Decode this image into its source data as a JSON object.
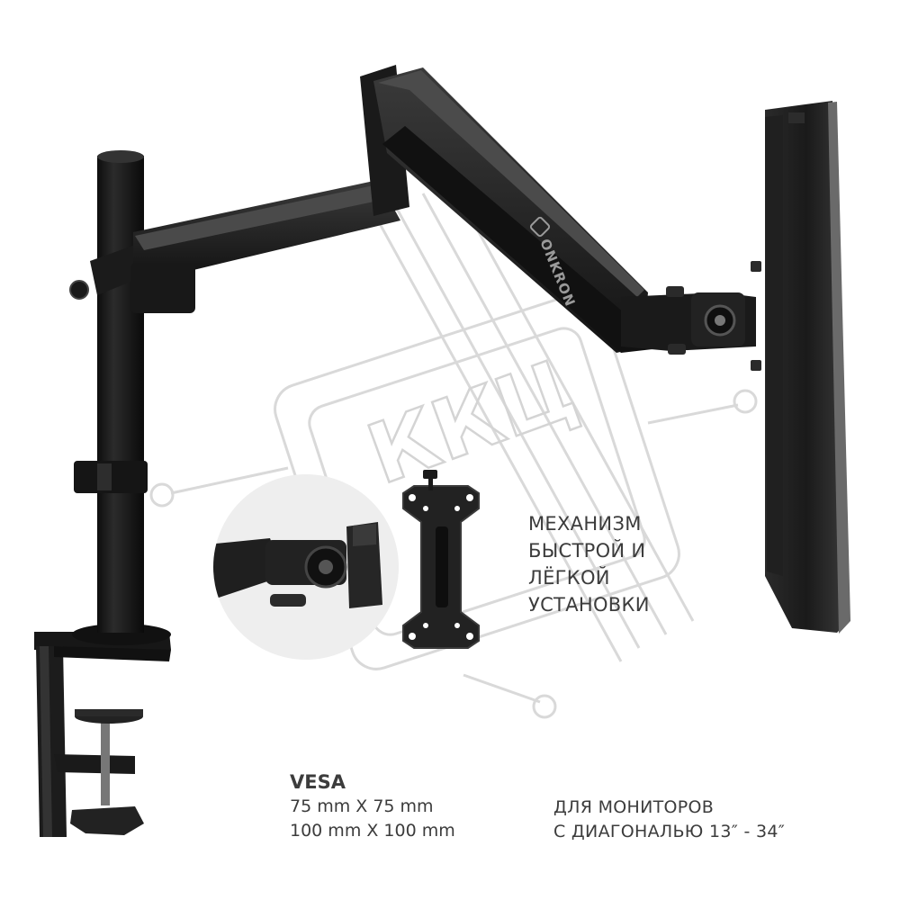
{
  "brand": {
    "logo_text": "ONKRON"
  },
  "watermark": {
    "text": "ККЦ"
  },
  "feature": {
    "lines": [
      "МЕХАНИЗМ",
      "БЫСТРОЙ И",
      "ЛЁГКОЙ",
      "УСТАНОВКИ"
    ]
  },
  "vesa": {
    "title": "VESA",
    "sizes": [
      "75 mm X 75 mm",
      "100 mm X 100 mm"
    ]
  },
  "monitor_range": {
    "lines": [
      "ДЛЯ МОНИТОРОВ",
      "С ДИАГОНАЛЬЮ 13″ - 34″"
    ]
  },
  "colors": {
    "metal": "#1c1c1c",
    "metal_highlight": "#3c3c3c",
    "watermark": "#d9d9d9",
    "detail_circle": "#eeeeee",
    "text": "#3c3c3c"
  }
}
